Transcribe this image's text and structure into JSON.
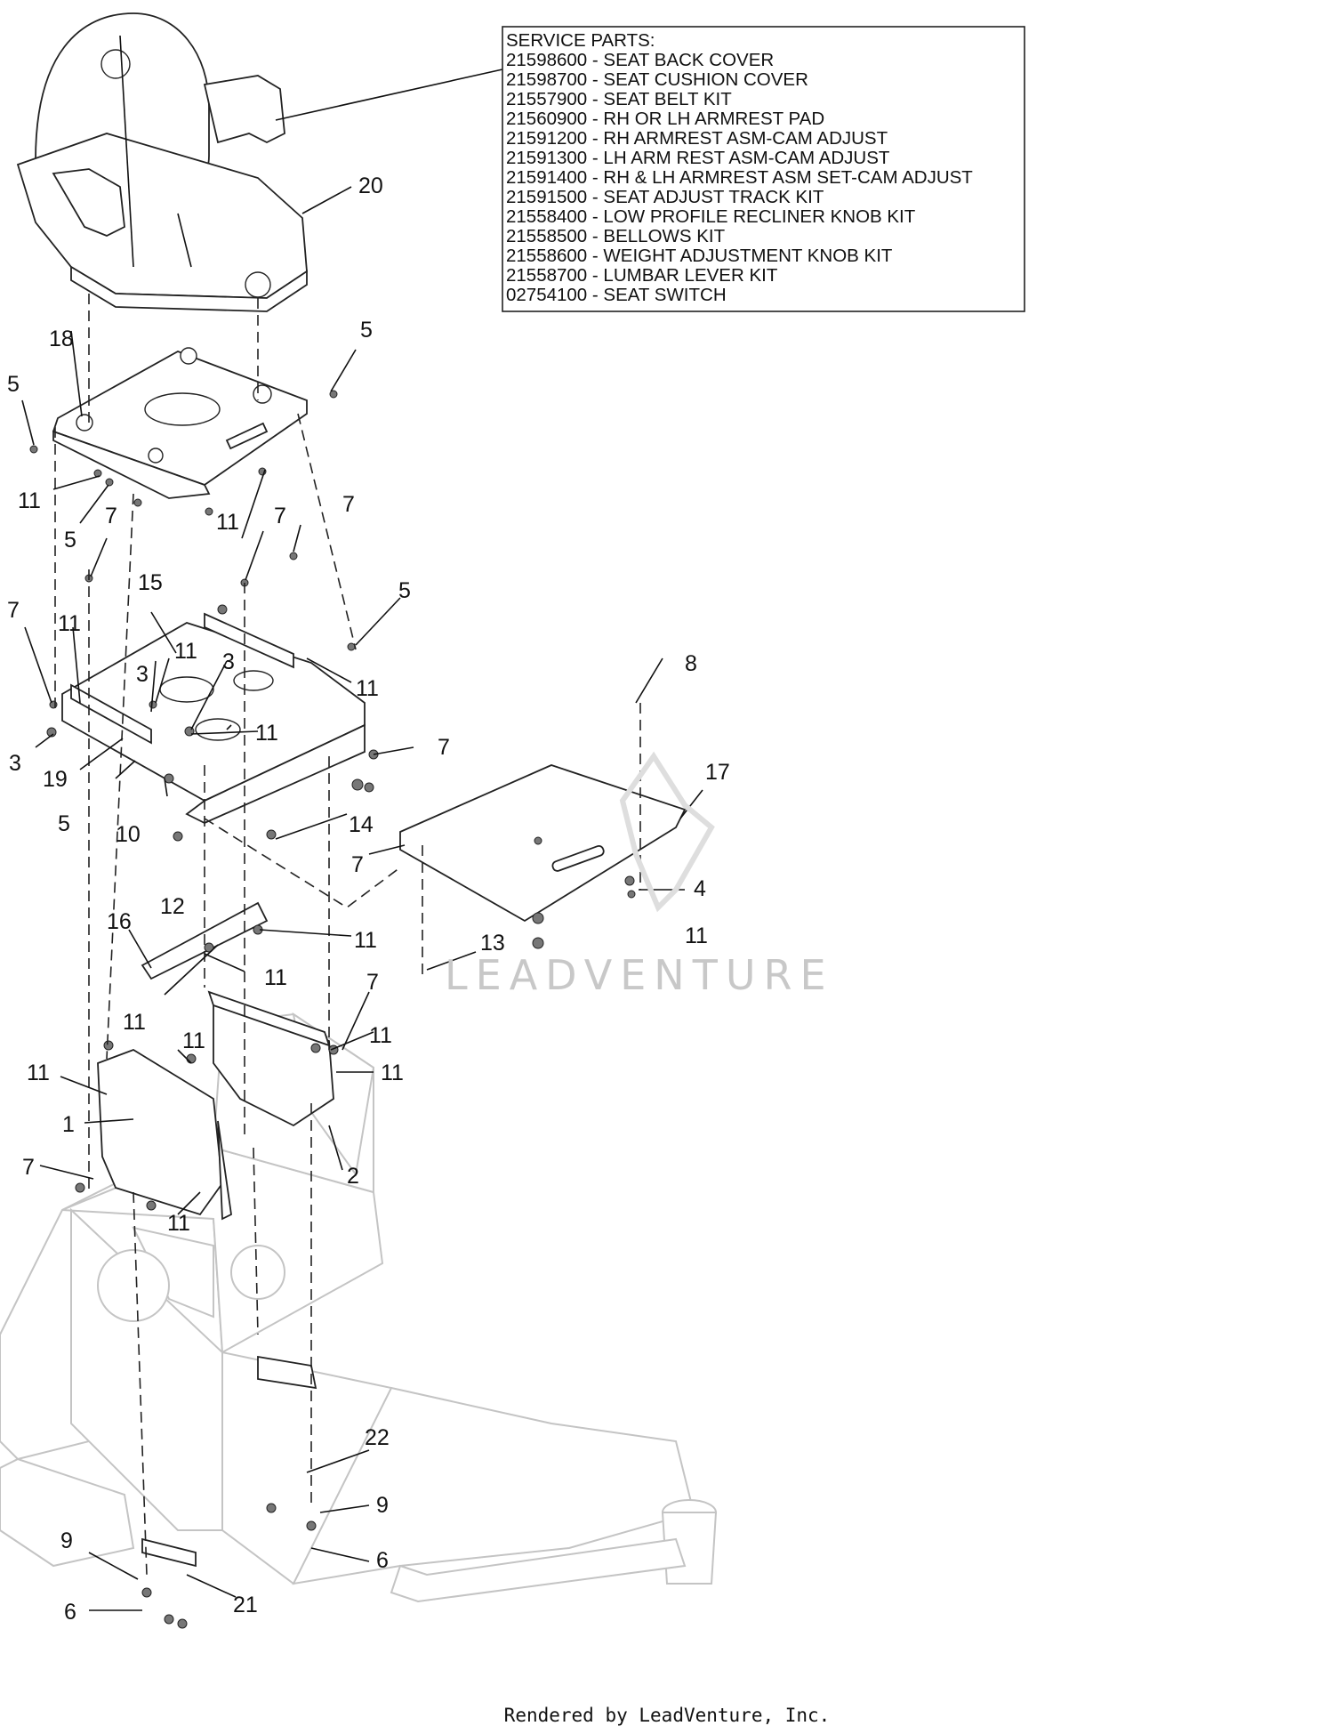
{
  "service_box": {
    "title": "SERVICE PARTS:",
    "lines": [
      "21598600 - SEAT BACK COVER",
      "21598700 - SEAT CUSHION COVER",
      "21557900 - SEAT BELT KIT",
      "21560900 - RH OR LH ARMREST PAD",
      "21591200 - RH ARMREST ASM-CAM ADJUST",
      "21591300 - LH ARM REST ASM-CAM ADJUST",
      "21591400 - RH & LH ARMREST ASM SET-CAM ADJUST",
      "21591500 - SEAT ADJUST TRACK KIT",
      "21558400 - LOW PROFILE RECLINER KNOB KIT",
      "21558500 - BELLOWS KIT",
      "21558600 - WEIGHT ADJUSTMENT KNOB KIT",
      "21558700 - LUMBAR LEVER KIT",
      "02754100 - SEAT SWITCH"
    ]
  },
  "callouts": [
    "20",
    "18",
    "5",
    "5",
    "11",
    "5",
    "7",
    "11",
    "7",
    "7",
    "15",
    "5",
    "7",
    "11",
    "11",
    "3",
    "3",
    "11",
    "11",
    "3",
    "19",
    "7",
    "5",
    "10",
    "14",
    "12",
    "7",
    "8",
    "17",
    "4",
    "11",
    "16",
    "11",
    "11",
    "13",
    "7",
    "11",
    "11",
    "11",
    "11",
    "11",
    "1",
    "7",
    "2",
    "11",
    "22",
    "9",
    "6",
    "9",
    "21",
    "6"
  ],
  "watermark": "LEADVENTURE",
  "footer": "Rendered by LeadVenture, Inc."
}
